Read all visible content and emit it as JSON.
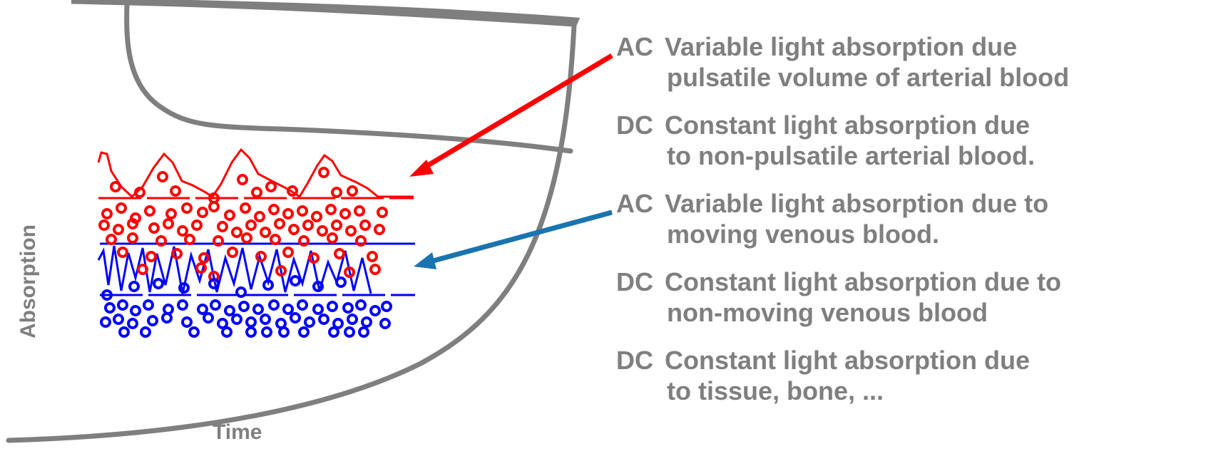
{
  "axes": {
    "y_label": "Absorption",
    "x_label": "Time"
  },
  "legend": [
    {
      "code": "AC",
      "line1": "Variable light absorption due",
      "line2": "pulsatile volume of arterial blood",
      "color": "#7f7f7f"
    },
    {
      "code": "DC",
      "line1": "Constant light absorption due",
      "line2": "to non-pulsatile arterial blood.",
      "color": "#7f7f7f"
    },
    {
      "code": "AC",
      "line1": "Variable light absorption due to",
      "line2": "moving venous blood.",
      "color": "#7f7f7f"
    },
    {
      "code": "DC",
      "line1": "Constant light absorption due to",
      "line2": "non-moving venous blood",
      "color": "#7f7f7f"
    },
    {
      "code": "DC",
      "line1": "Constant light absorption due",
      "line2": "to tissue, bone, ...",
      "color": "#7f7f7f"
    }
  ],
  "colors": {
    "arterial": "#ff0000",
    "venous": "#0000ff",
    "arrow_venous": "#1a74b0",
    "outline": "#7f7f7f"
  }
}
